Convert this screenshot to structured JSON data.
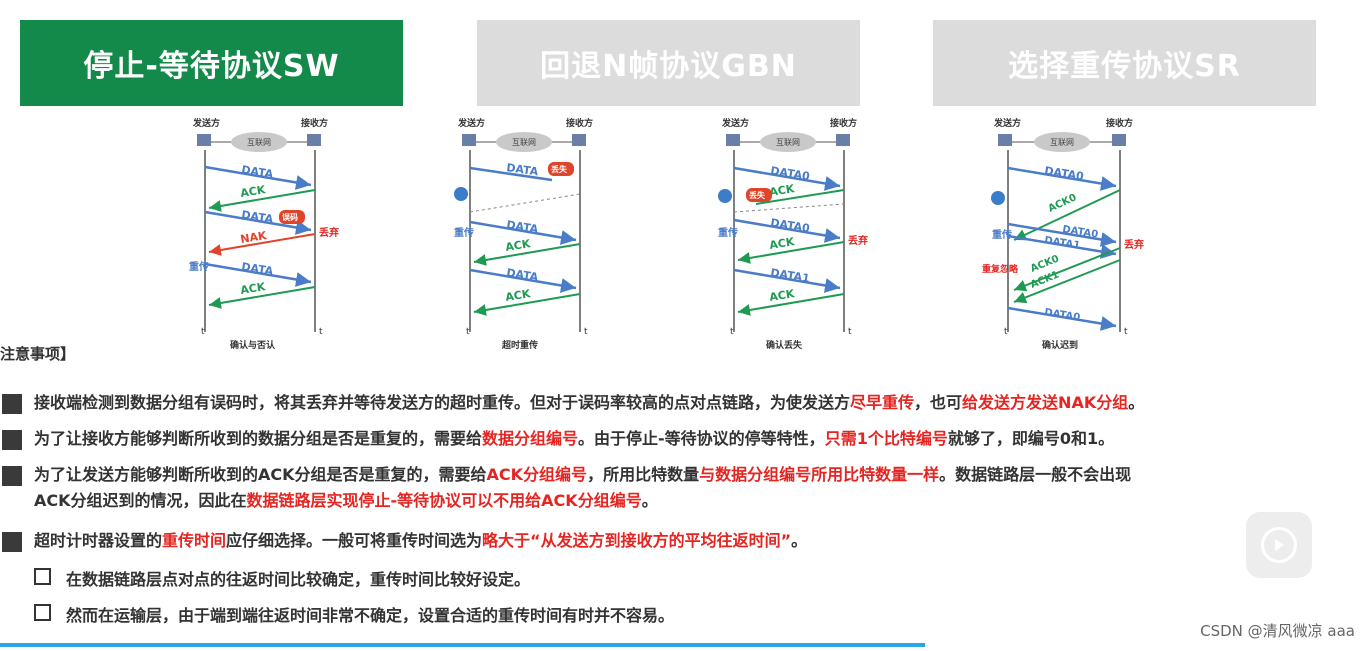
{
  "tabs": [
    {
      "label": "停止-等待协议SW",
      "active": true
    },
    {
      "label": "回退N帧协议GBN",
      "active": false
    },
    {
      "label": "选择重传协议SR",
      "active": false
    }
  ],
  "diagram_common": {
    "sender": "发送方",
    "receiver": "接收方",
    "network": "互联网",
    "time_axis": "t"
  },
  "diagrams": {
    "d1": {
      "caption": "确认与否认",
      "data": "DATA",
      "ack": "ACK",
      "nak": "NAK",
      "error_badge": "误码",
      "discard": "丢弃",
      "retransmit": "重传"
    },
    "d2": {
      "caption": "超时重传",
      "data": "DATA",
      "ack": "ACK",
      "lost_badge": "丢失",
      "retransmit": "重传"
    },
    "d3": {
      "caption": "确认丢失",
      "data0": "DATA0",
      "data1": "DATA1",
      "ack": "ACK",
      "lost_badge": "丢失",
      "discard": "丢弃",
      "retransmit": "重传"
    },
    "d4": {
      "caption": "确认迟到",
      "data0": "DATA0",
      "data1": "DATA1",
      "ack0": "ACK0",
      "ack1": "ACK1",
      "discard": "丢弃",
      "retransmit": "重传",
      "ignore": "重复忽略"
    }
  },
  "notes": {
    "title": "注意事项】",
    "n1": {
      "a": "接收端检测到数据分组有误码时，将其丢弃并等待发送方的超时重传。但对于误码率较高的点对点链路，为使发送方",
      "b": "尽早重传",
      "c": "，也可",
      "d": "给发送方发送NAK分组",
      "e": "。"
    },
    "n2": {
      "a": "为了让接收方能够判断所收到的数据分组是否是重复的，需要给",
      "b": "数据分组编号",
      "c": "。由于停止-等待协议的停等特性，",
      "d": "只需1个比特编号",
      "e": "就够了，即编号0和1。"
    },
    "n3": {
      "a": "为了让发送方能够判断所收到的ACK分组是否是重复的，需要给",
      "b": "ACK分组编号",
      "c": "，所用比特数量",
      "d": "与数据分组编号所用比特数量一样",
      "e": "。数据链路层一般不会出现"
    },
    "n3b": {
      "a": "ACK分组迟到的情况，因此在",
      "b": "数据链路层实现停止-等待协议可以不用给ACK分组编号",
      "c": "。"
    },
    "n4": {
      "a": "超时计时器设置的",
      "b": "重传时间",
      "c": "应仔细选择。一般可将重传时间选为",
      "d": "略大于“从发送方到接收方的平均往返时间”",
      "e": "。"
    },
    "s1": "在数据链路层点对点的往返时间比较确定，重传时间比较好设定。",
    "s2": "然而在运输层，由于端到端往返时间非常不确定，设置合适的重传时间有时并不容易。"
  },
  "watermark": "CSDN @清风微凉 aaa",
  "colors": {
    "active_tab": "#138a4a",
    "inactive_tab": "#dcdcdc",
    "data_arrow": "#4a7cc7",
    "ack_arrow": "#1f9a52",
    "nak_arrow": "#e0442a",
    "emphasis": "#e52521"
  }
}
